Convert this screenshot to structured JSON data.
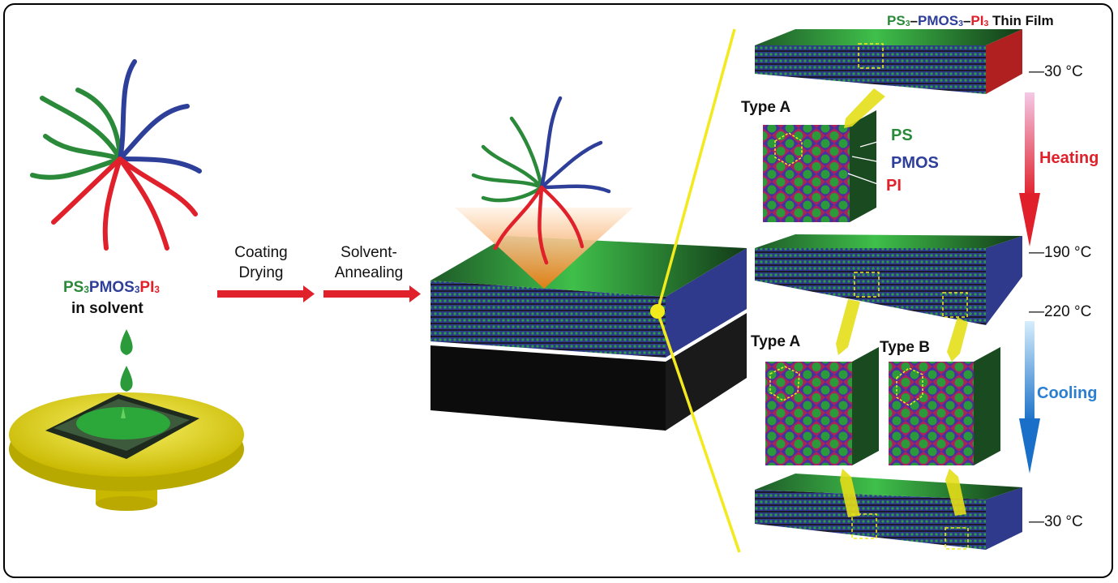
{
  "colors": {
    "ps": "#2a8a3a",
    "pmos": "#2e3f9a",
    "pi": "#e0202a",
    "heating": "#e0202a",
    "cooling": "#2a7fd0",
    "accent": "#f2ea1c"
  },
  "top_title": {
    "ps": "PS",
    "sub1": "3",
    "dash1": "–",
    "pmos": "PMOS",
    "sub2": "3",
    "dash2": "–",
    "pi": "PI",
    "sub3": "3",
    "rest": " Thin Film"
  },
  "solution_label": {
    "ps": "PS",
    "sub1": "3",
    "pmos": "PMOS",
    "sub2": "3",
    "pi": "PI",
    "sub3": "3",
    "line2": "in solvent"
  },
  "steps": {
    "coating_line1": "Coating",
    "coating_line2": "Drying",
    "anneal_line1": "Solvent-",
    "anneal_line2": "Annealing"
  },
  "temperatures": {
    "t1": "—30 °C",
    "t2": "—190 °C",
    "t3": "—220 °C",
    "t4": "—30 °C"
  },
  "process": {
    "heating": "Heating",
    "cooling": "Cooling"
  },
  "types": {
    "type_a_top": "Type A",
    "type_a_bottom": "Type A",
    "type_b": "Type B"
  },
  "components": {
    "ps": "PS",
    "pmos": "PMOS",
    "pi": "PI"
  }
}
